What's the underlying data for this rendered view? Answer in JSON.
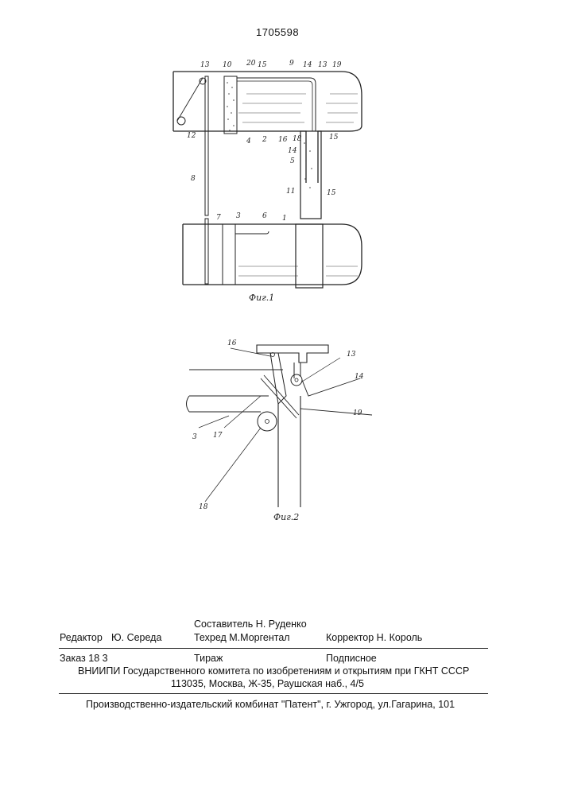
{
  "patent_number": "1705598",
  "figures": {
    "fig1": {
      "caption": "Фиг.1",
      "labels": {
        "l13a": "13",
        "l10": "10",
        "l20": "20",
        "l15a": "15",
        "l9": "9",
        "l14a": "14",
        "l13b": "13",
        "l19": "19",
        "l12": "12",
        "l4": "4",
        "l2": "2",
        "l16": "16",
        "l18": "18",
        "l15b": "15",
        "l14b": "14",
        "l5": "5",
        "l8a": "8",
        "l11": "11",
        "l15c": "15",
        "l7": "7",
        "l3": "3",
        "l6": "6",
        "l1": "1"
      }
    },
    "fig2": {
      "caption": "Фиг.2",
      "labels": {
        "l16": "16",
        "l13": "13",
        "l14": "14",
        "l19": "19",
        "l3": "3",
        "l17": "17",
        "l18": "18"
      }
    }
  },
  "imprint": {
    "compiler": "Составитель  Н. Руденко",
    "editor_label": "Редактор",
    "editor_name": "Ю. Середа",
    "techred": "Техред М.Моргентал",
    "corrector": "Корректор  Н. Король",
    "order": "Заказ 18 3",
    "circulation": "Тираж",
    "subscription": "Подписное",
    "org_line": "ВНИИПИ Государственного комитета по изобретениям и открытиям при ГКНТ СССР",
    "address_line": "113035, Москва, Ж-35, Раушская наб., 4/5",
    "publisher_line": "Производственно-издательский комбинат \"Патент\", г. Ужгород, ул.Гагарина, 101"
  }
}
